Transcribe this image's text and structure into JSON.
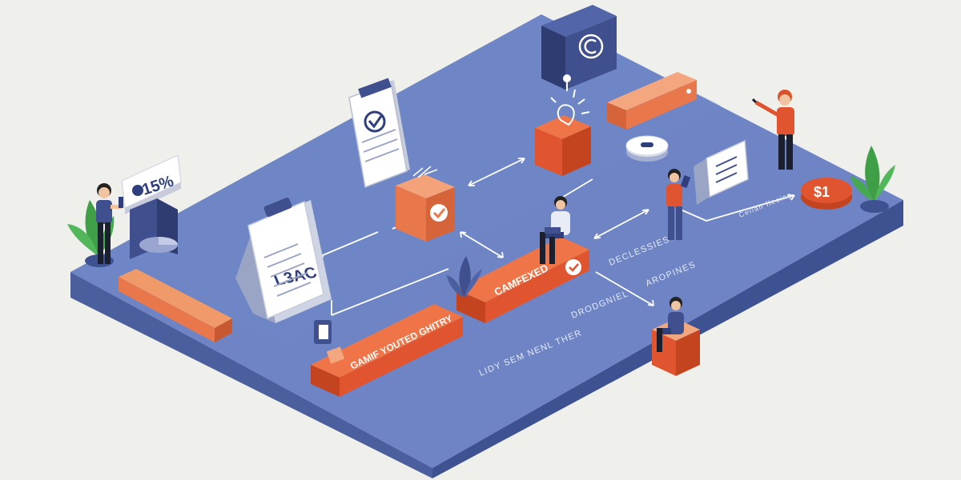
{
  "colors": {
    "background": "#efefec",
    "platform_top": "#6e84c5",
    "platform_side_left": "#4b5f9f",
    "platform_side_right": "#3e5190",
    "orange": "#e8784c",
    "orange_dark": "#c8582f",
    "red": "#e0552f",
    "navy": "#404f8e",
    "plant": "#4caf50"
  },
  "icons": [
    "document-check-icon",
    "copyright-icon",
    "lightbulb-icon",
    "checkmark-icon",
    "dollar-icon",
    "person-icon",
    "plant-icon",
    "toggle-icon",
    "arrow-icon"
  ],
  "labels": {
    "percent_sign": "15%",
    "document_sign": "L3AC",
    "coin": "$1",
    "beam_left": "GAMIF YOUTED GHITRY",
    "beam_middle": "CAMFEXED",
    "floor_declessiesy": "DECLESSIESY",
    "floor_aropines": "AROPINES",
    "floor_drodgniel": "DRODGNIEL",
    "floor_lidy_sem": "LIDY SEM NENL THER",
    "floor_cellan": "Cellan flecing"
  }
}
